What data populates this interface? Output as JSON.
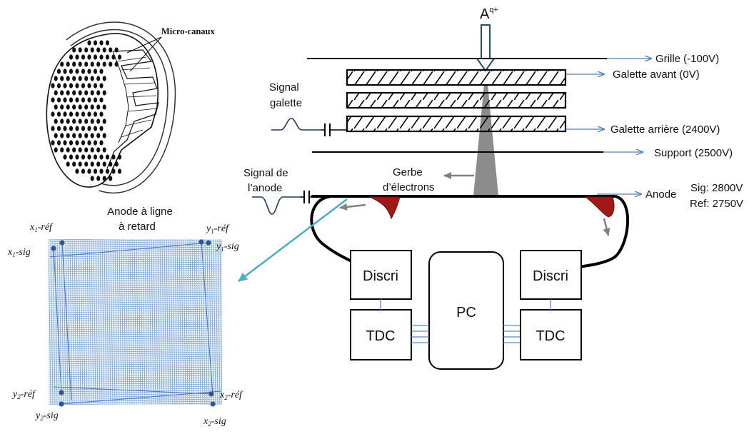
{
  "colors": {
    "arrow_blue": "#4f81bd",
    "anode_blue": "#4a86c8",
    "grid_blue": "#7ea8d8",
    "dot_blue": "#2f5597",
    "shower_gray": "#8c8c8c",
    "pulse_red": "#a01818",
    "leader_cyan": "#4bacc6"
  },
  "mcp": {
    "label": "Micro-canaux"
  },
  "incoming": {
    "ion_base": "A",
    "ion_sup": "q+"
  },
  "stack": {
    "grille": "Grille (-100V)",
    "galette_avant": "Galette avant (0V)",
    "galette_arriere": "Galette arrière (2400V)",
    "support": "Support (2500V)",
    "anode": "Anode",
    "anode_sig": "Sig: 2800V",
    "anode_ref": "Ref: 2750V"
  },
  "signals": {
    "galette_line1": "Signal",
    "galette_line2": "galette",
    "anode_line1": "Signal de",
    "anode_line2": "l’anode"
  },
  "gerbe": {
    "line1": "Gerbe",
    "line2": "d’électrons"
  },
  "electronics": {
    "discri_left": "Discri",
    "discri_right": "Discri",
    "tdc_left": "TDC",
    "tdc_right": "TDC",
    "pc": "PC"
  },
  "delay_line": {
    "title_line1": "Anode à ligne",
    "title_line2": "à retard",
    "x1_ref_base": "x",
    "x1_ref_sub": "1",
    "x1_ref_suf": "-réf",
    "x1_sig_base": "x",
    "x1_sig_sub": "1",
    "x1_sig_suf": "-sig",
    "y1_ref_base": "y",
    "y1_ref_sub": "1",
    "y1_ref_suf": "-réf",
    "y1_sig_base": "y",
    "y1_sig_sub": "1",
    "y1_sig_suf": "-sig",
    "y2_ref_base": "y",
    "y2_ref_sub": "2",
    "y2_ref_suf": "-réf",
    "y2_sig_base": "y",
    "y2_sig_sub": "2",
    "y2_sig_suf": "-sig",
    "x2_ref_base": "x",
    "x2_ref_sub": "2",
    "x2_ref_suf": "-réf",
    "x2_sig_base": "x",
    "x2_sig_sub": "2",
    "x2_sig_suf": "-sig"
  }
}
